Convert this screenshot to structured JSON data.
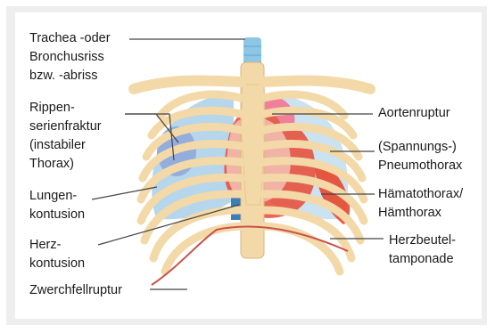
{
  "labels": {
    "trachea": [
      "Trachea -oder",
      "Bronchusriss",
      "bzw. -abriss"
    ],
    "rippen": [
      "Rippen-",
      "serienfraktur",
      "(instabiler",
      "Thorax)"
    ],
    "lunge": [
      "Lungen-",
      "kontusion"
    ],
    "herz": [
      "Herz-",
      "kontusion"
    ],
    "zwerchfell": [
      "Zwerchfellruptur"
    ],
    "aorta": [
      "Aortenruptur"
    ],
    "pneumo": [
      "(Spannungs-)",
      "Pneumothorax"
    ],
    "haemato": [
      "Hämatothorax/",
      "Hämthorax"
    ],
    "herzbeutel": [
      "Herzbeutel-",
      "tamponade"
    ]
  },
  "colors": {
    "bone": "#f3d9a8",
    "bone_stroke": "#d9b77c",
    "lung": "#a9cfe8",
    "lung_bruise": "#8fa8dc",
    "blood": "#e8472e",
    "heart": "#e6a59a",
    "diaphragm": "#c9524a",
    "trachea": "#8ec6e6",
    "leader": "#444444"
  }
}
